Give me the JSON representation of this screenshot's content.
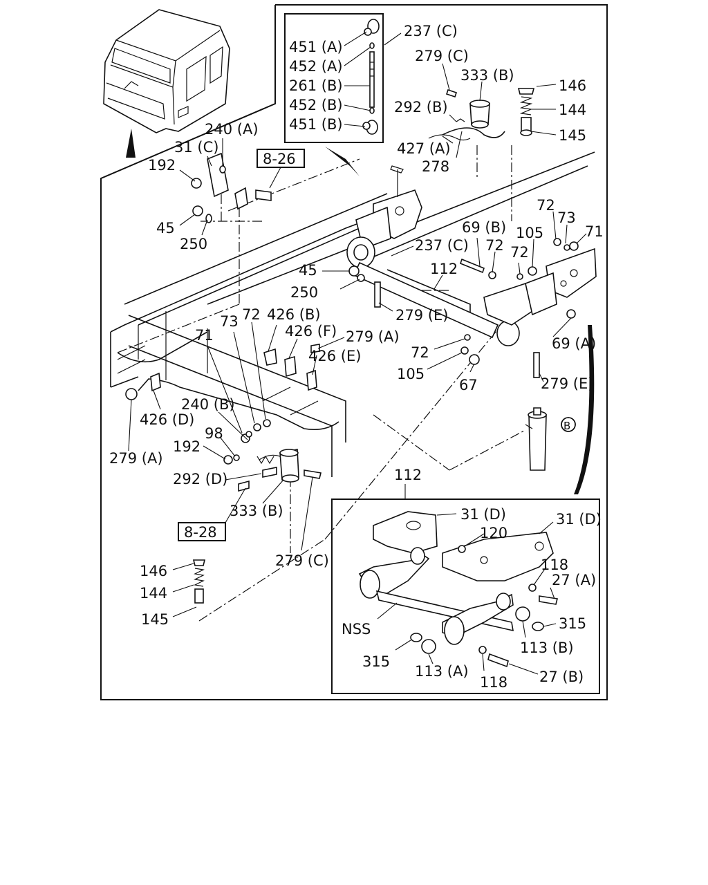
{
  "diagram": {
    "part_labels": [
      "451 (A)",
      "452 (A)",
      "261 (B)",
      "452 (B)",
      "451 (B)",
      "237 (C)",
      "279 (C)",
      "333 (B)",
      "146",
      "144",
      "145",
      "292 (B)",
      "427 (A)",
      "278",
      "240 (A)",
      "31 (C)",
      "192",
      "45",
      "250",
      "72",
      "73",
      "71",
      "69 (B)",
      "72",
      "105",
      "72",
      "237 (C)",
      "45",
      "112",
      "250",
      "279 (E)",
      "426 (B)",
      "73",
      "72",
      "426 (F)",
      "279 (A)",
      "71",
      "426 (E)",
      "72",
      "105",
      "69 (A)",
      "67",
      "279 (E)",
      "240 (B)",
      "426 (D)",
      "98",
      "192",
      "279 (A)",
      "292 (D)",
      "333 (B)",
      "279 (C)",
      "146",
      "144",
      "145",
      "112",
      "31 (D)",
      "31 (D)",
      "120",
      "118",
      "27 (A)",
      "NSS",
      "315",
      "113 (B)",
      "315",
      "113 (A)",
      "118",
      "27 (B)"
    ],
    "references": [
      "8-26",
      "8-28"
    ],
    "callout_marker": "B"
  }
}
